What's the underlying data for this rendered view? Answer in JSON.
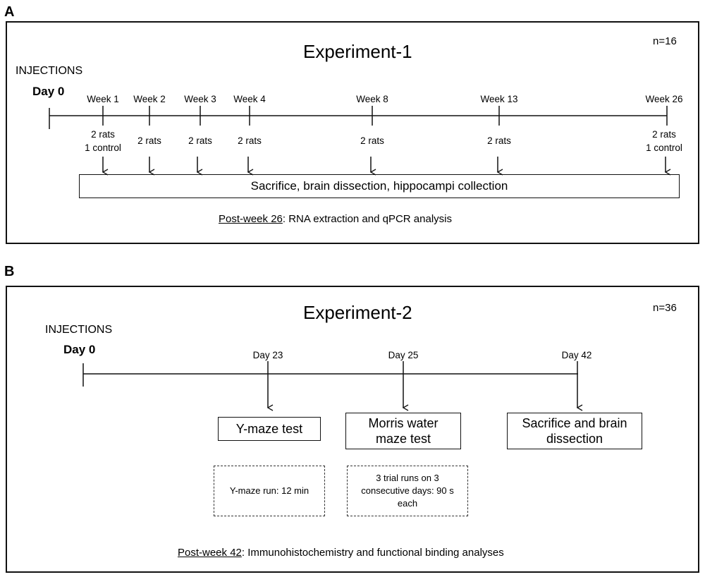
{
  "panel_a": {
    "letter": "A",
    "title": "Experiment-1",
    "n": "n=16",
    "injections": "INJECTIONS",
    "day0": "Day 0",
    "timepoints": [
      {
        "week": "Week 1",
        "line1": "2 rats",
        "line2": "1 control"
      },
      {
        "week": "Week 2",
        "line1": "2 rats",
        "line2": ""
      },
      {
        "week": "Week 3",
        "line1": "2 rats",
        "line2": ""
      },
      {
        "week": "Week 4",
        "line1": "2 rats",
        "line2": ""
      },
      {
        "week": "Week 8",
        "line1": "2 rats",
        "line2": ""
      },
      {
        "week": "Week 13",
        "line1": "2 rats",
        "line2": ""
      },
      {
        "week": "Week 26",
        "line1": "2 rats",
        "line2": "1 control"
      }
    ],
    "box_text": "Sacrifice, brain dissection, hippocampi collection",
    "footer_underlined": "Post-week 26",
    "footer_rest": ": RNA extraction and qPCR analysis"
  },
  "panel_b": {
    "letter": "B",
    "title": "Experiment-2",
    "n": "n=36",
    "injections": "INJECTIONS",
    "day0": "Day 0",
    "timepoints": [
      {
        "day": "Day 23",
        "box": "Y-maze test",
        "detail": "Y-maze run: 12 min"
      },
      {
        "day": "Day 25",
        "box": "Morris water maze test",
        "detail": "3 trial runs on 3 consecutive days: 90 s each"
      },
      {
        "day": "Day 42",
        "box": "Sacrifice and brain dissection",
        "detail": ""
      }
    ],
    "footer_underlined": "Post-week 42",
    "footer_rest": ": Immunohistochemistry and functional binding analyses"
  }
}
